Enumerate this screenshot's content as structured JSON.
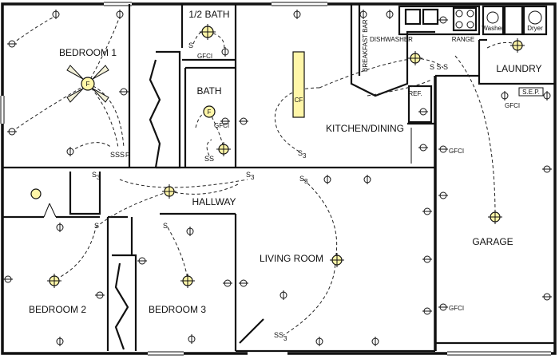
{
  "rooms": {
    "bedroom1": "BEDROOM 1",
    "half_bath": "1/2 BATH",
    "bath": "BATH",
    "hallway": "HALLWAY",
    "kitchen": "KITCHEN/DINING",
    "laundry": "LAUNDRY",
    "living": "LIVING ROOM",
    "garage": "GARAGE",
    "bedroom2": "BEDROOM 2",
    "bedroom3": "BEDROOM 3"
  },
  "appliances": {
    "dishwasher": "DISHWASHER",
    "range": "RANGE",
    "refrigerator": "REF.",
    "washer": "Washer",
    "dryer": "Dryer",
    "breakfast_bar": "BREAKFAST BAR",
    "panel": "S.E.P."
  },
  "switches": {
    "bed1_sss": "SSS",
    "bed1_f": "F",
    "halfbath_s": "S",
    "bath_ss": "SS",
    "kitchen_sss": "S S S",
    "kitchen_s3": "S",
    "hall_s3_left": "S",
    "hall_s3_right": "S",
    "hall_s": "S",
    "bed3_s": "S",
    "living_ss": "SS",
    "sub3": "3"
  },
  "fixture_labels": {
    "fan": "F",
    "bath_fan": "F",
    "ceiling_fan_kitchen": "CF"
  },
  "gfci": "GFCI"
}
